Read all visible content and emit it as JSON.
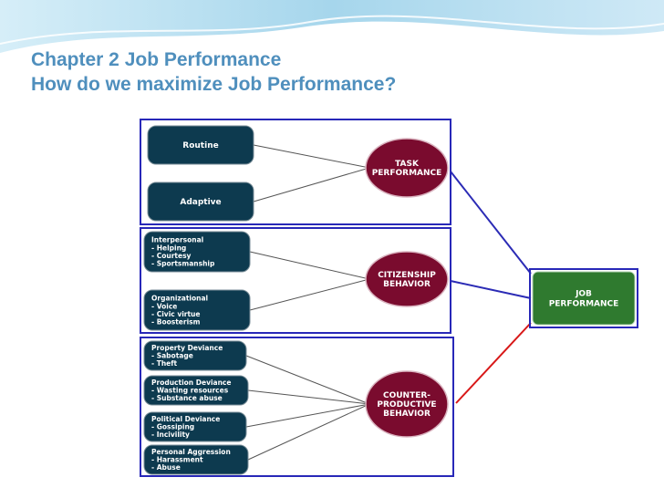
{
  "slide": {
    "title_line1": "Chapter 2 Job Performance",
    "title_line2": "How do we maximize Job Performance?"
  },
  "diagram": {
    "task_group": {
      "items": [
        {
          "lines": [
            "Routine"
          ]
        },
        {
          "lines": [
            "Adaptive"
          ]
        }
      ],
      "hub": [
        "TASK",
        "PERFORMANCE"
      ]
    },
    "citizenship_group": {
      "items": [
        {
          "lines": [
            "Interpersonal",
            "- Helping",
            "- Courtesy",
            "- Sportsmanship"
          ]
        },
        {
          "lines": [
            "Organizational",
            "- Voice",
            "- Civic virtue",
            "- Boosterism"
          ]
        }
      ],
      "hub": [
        "CITIZENSHIP",
        "BEHAVIOR"
      ]
    },
    "counterproductive_group": {
      "items": [
        {
          "lines": [
            "Property Deviance",
            "- Sabotage",
            "- Theft"
          ]
        },
        {
          "lines": [
            "Production Deviance",
            "- Wasting resources",
            "- Substance abuse"
          ]
        },
        {
          "lines": [
            "Political Deviance",
            "- Gossiping",
            "- Incivility"
          ]
        },
        {
          "lines": [
            "Personal Aggression",
            "- Harassment",
            "- Abuse"
          ]
        }
      ],
      "hub": [
        "COUNTER-",
        "PRODUCTIVE",
        "BEHAVIOR"
      ]
    },
    "outcome": [
      "JOB",
      "PERFORMANCE"
    ],
    "colors": {
      "item_box": "#0d3a4f",
      "hub_circle": "#7a0b2e",
      "outcome_box": "#2f7a2f",
      "group_border": "#2828b8",
      "positive_link": "#2b2bb5",
      "negative_link": "#d81818",
      "title": "#4f8fbd"
    }
  }
}
